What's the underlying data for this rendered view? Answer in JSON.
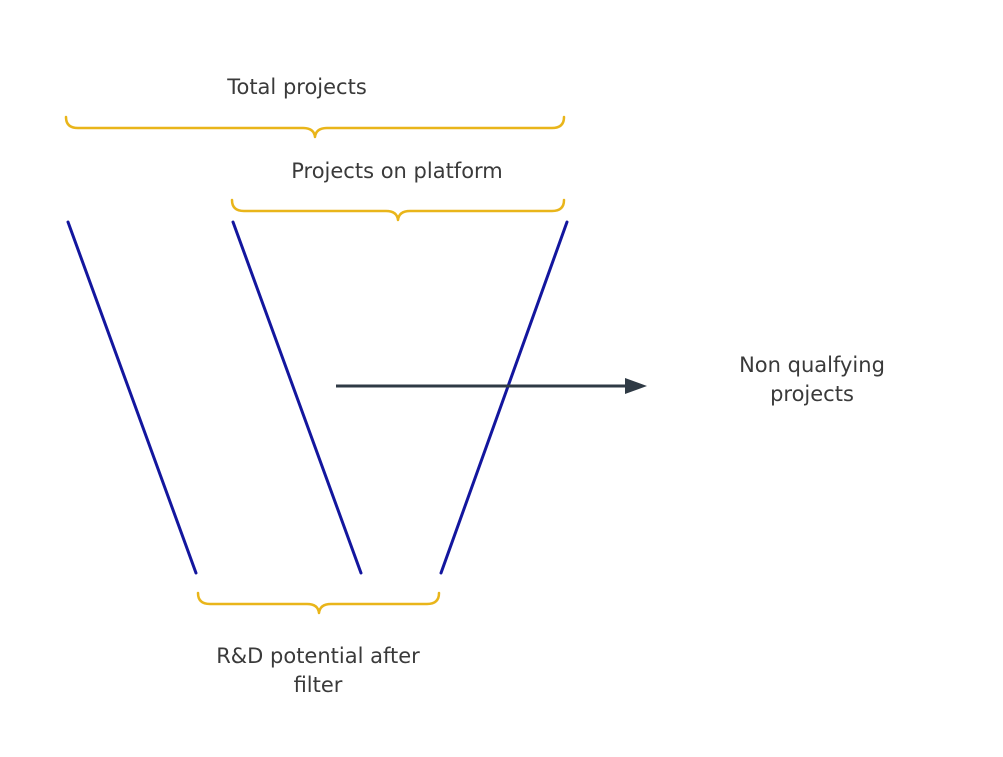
{
  "labels": {
    "total_projects": "Total projects",
    "projects_on_platform": "Projects on platform",
    "non_qualifying_line1": "Non qualfying",
    "non_qualifying_line2": "projects",
    "rd_potential_line1": "R&D potential after",
    "rd_potential_line2": "filter"
  },
  "colors": {
    "brace": "#E9B51A",
    "funnel_line": "#13169E",
    "arrow": "#2F3A45",
    "text": "#3A3A3A",
    "background": "#FFFFFF"
  }
}
